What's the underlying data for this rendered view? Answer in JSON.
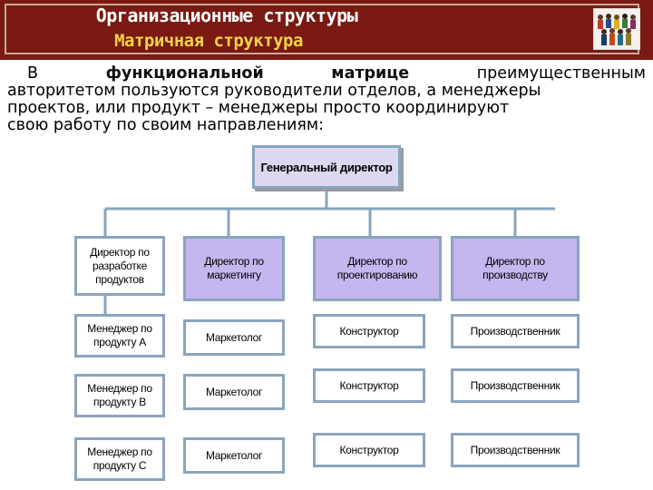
{
  "header": {
    "title": "Организационные структуры",
    "subtitle": "Матричная структура",
    "logo_icon": "people-group-icon",
    "bg_color": "#7a1a12",
    "title_color": "#ffffff",
    "subtitle_color": "#f2d24a"
  },
  "paragraph": {
    "l1_a": "В",
    "l1_b": "функциональной",
    "l1_c": "матрице",
    "l1_d": "преимущественным",
    "line2": "авторитетом пользуются руководители отделов, а менеджеры",
    "line3": "проектов, или продукт – менеджеры просто координируют",
    "line4": "свою работу по своим направлениям:"
  },
  "diagram": {
    "general_director": "Генеральный директор",
    "row_heads": [
      "Директор по разработке продуктов",
      "Менеджер по продукту А",
      "Менеджер по продукту В",
      "Менеджер по продукту С"
    ],
    "directors": [
      "Директор по маркетингу",
      "Директор по проектированию",
      "Директор по производству"
    ],
    "cells": [
      [
        "Маркетолог",
        "Конструктор",
        "Производственник"
      ],
      [
        "Маркетолог",
        "Конструктор",
        "Производственник"
      ],
      [
        "Маркетолог",
        "Конструктор",
        "Производственник"
      ]
    ],
    "colors": {
      "border": "#8aa4bd",
      "director_fill": "#c4b6ee",
      "general_fill": "#dcd8ef"
    }
  }
}
